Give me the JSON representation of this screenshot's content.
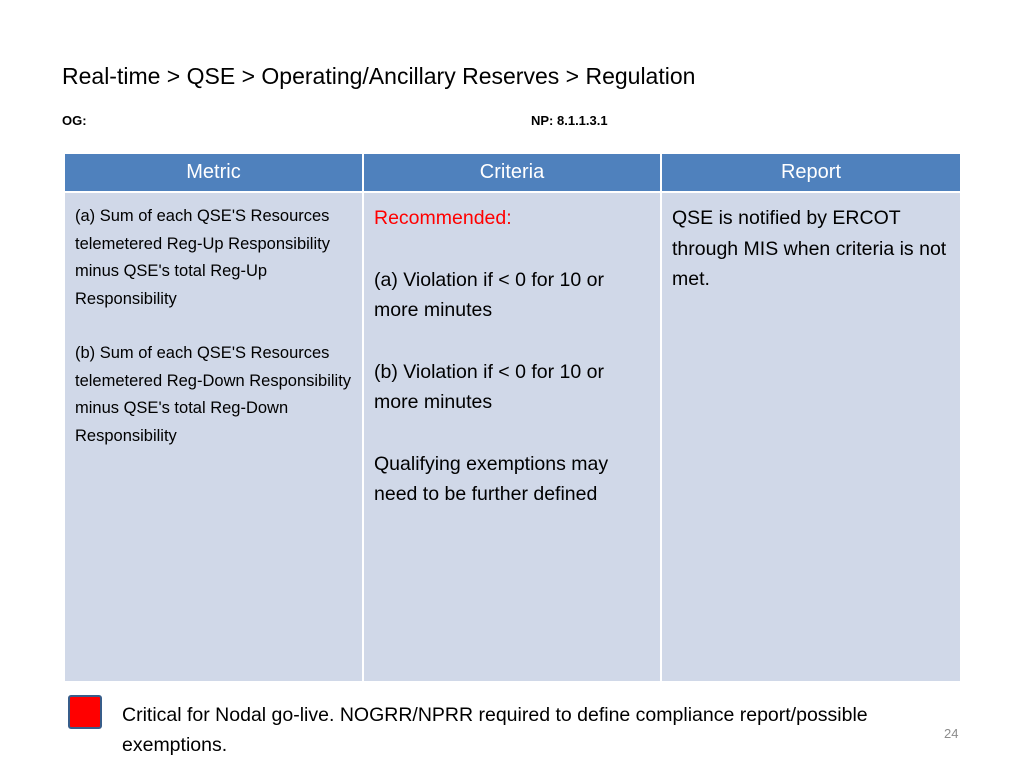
{
  "slide": {
    "title": "Real-time > QSE > Operating/Ancillary Reserves > Regulation",
    "og_label": "OG:",
    "np_label": "NP: 8.1.1.3.1",
    "page_number": "24"
  },
  "table": {
    "headers": [
      "Metric",
      "Criteria",
      "Report"
    ],
    "metric": [
      "(a) Sum of each QSE'S Resources telemetered Reg-Up Responsibility minus QSE's total Reg-Up Responsibility",
      "(b) Sum of each QSE'S Resources telemetered Reg-Down Responsibility minus QSE's total Reg-Down Responsibility"
    ],
    "criteria": {
      "heading": "Recommended:",
      "items": [
        "(a) Violation if < 0 for 10 or more minutes",
        "(b) Violation if < 0 for 10 or more minutes",
        "Qualifying exemptions may need to be further defined"
      ]
    },
    "report": "QSE is notified by ERCOT through MIS when criteria is not met."
  },
  "legend": {
    "color": "#ff0000",
    "text": "Critical for Nodal go-live. NOGRR/NPRR required to define compliance report/possible exemptions."
  },
  "colors": {
    "header_bg": "#4f81bd",
    "cell_bg": "#d0d8e8",
    "highlight_text": "#ff0000"
  }
}
